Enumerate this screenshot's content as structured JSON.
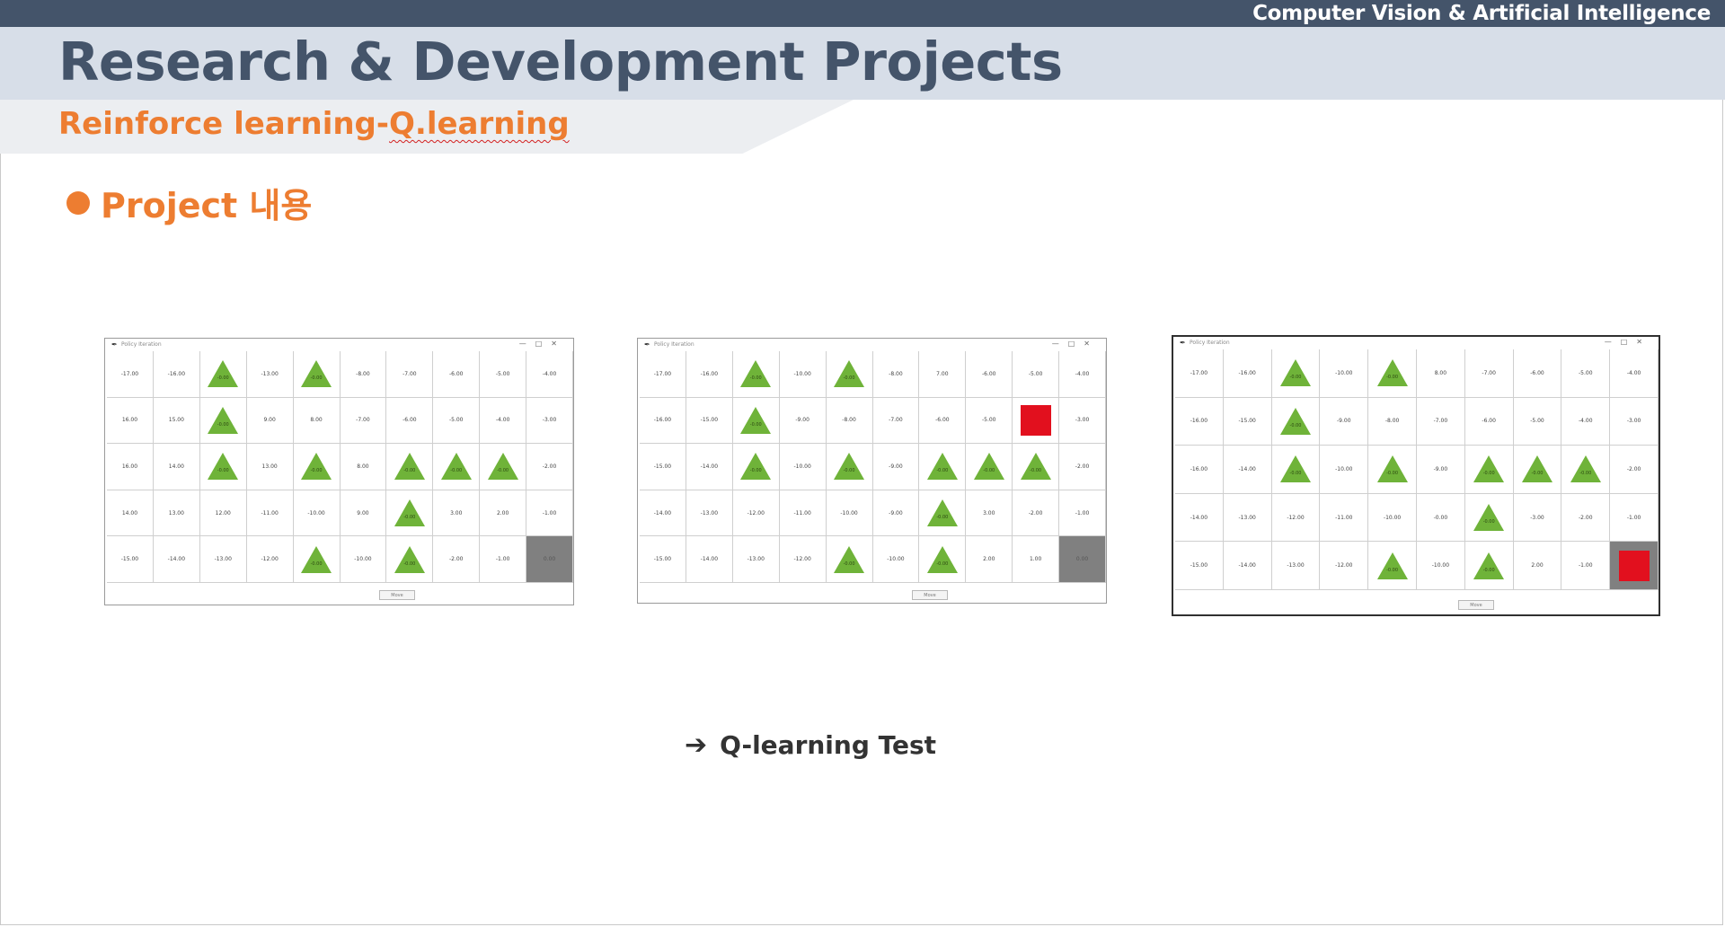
{
  "header": {
    "course": "Computer Vision & Artificial Intelligence"
  },
  "slide": {
    "title": "Research & Development Projects",
    "subtitle_main": "Reinforce learning-",
    "subtitle_squiggly": "Q.learning",
    "bullet": "Project 내용",
    "caption_arrow": "➔",
    "caption": "Q-learning Test"
  },
  "windows": [
    {
      "title": "Policy Iteration",
      "button": "Move",
      "cells": [
        [
          "-17.00",
          "-16.00",
          "",
          "-13.00",
          "",
          "-8.00",
          "-7.00",
          "-6.00",
          "-5.00",
          "-4.00"
        ],
        [
          "16.00",
          "15.00",
          "",
          "9.00",
          "8.00",
          "-7.00",
          "-6.00",
          "-5.00",
          "-4.00",
          "-3.00"
        ],
        [
          "16.00",
          "14.00",
          "",
          "13.00",
          "",
          "8.00",
          "",
          "",
          "",
          "-2.00"
        ],
        [
          "14.00",
          "13.00",
          "12.00",
          "-11.00",
          "-10.00",
          "9.00",
          "",
          "3.00",
          "2.00",
          "-1.00"
        ],
        [
          "-15.00",
          "-14.00",
          "-13.00",
          "-12.00",
          "",
          "-10.00",
          "",
          "-2.00",
          "-1.00",
          "0.00"
        ]
      ],
      "triangles": [
        [
          0,
          2,
          "-0.00"
        ],
        [
          0,
          4,
          "-0.00"
        ],
        [
          1,
          2,
          "-0.00"
        ],
        [
          2,
          2,
          "-0.00"
        ],
        [
          2,
          4,
          "-0.00"
        ],
        [
          2,
          6,
          "-0.00"
        ],
        [
          2,
          7,
          "-0.00"
        ],
        [
          2,
          8,
          "-0.00"
        ],
        [
          3,
          6,
          "-0.00"
        ],
        [
          4,
          4,
          "-0.00"
        ],
        [
          4,
          6,
          "-0.00"
        ]
      ],
      "agent": null,
      "goal": [
        4,
        9
      ]
    },
    {
      "title": "Policy Iteration",
      "button": "Move",
      "cells": [
        [
          "-17.00",
          "-16.00",
          "",
          "-10.00",
          "",
          "-8.00",
          "7.00",
          "-6.00",
          "-5.00",
          "-4.00"
        ],
        [
          "-16.00",
          "-15.00",
          "",
          "-9.00",
          "-8.00",
          "-7.00",
          "-6.00",
          "-5.00",
          "",
          "-3.00"
        ],
        [
          "-15.00",
          "-14.00",
          "",
          "-10.00",
          "",
          "-9.00",
          "",
          "",
          "",
          "-2.00"
        ],
        [
          "-14.00",
          "-13.00",
          "-12.00",
          "-11.00",
          "-10.00",
          "-9.00",
          "",
          "3.00",
          "-2.00",
          "-1.00"
        ],
        [
          "-15.00",
          "-14.00",
          "-13.00",
          "-12.00",
          "",
          "-10.00",
          "",
          "2.00",
          "1.00",
          "0.00"
        ]
      ],
      "triangles": [
        [
          0,
          2,
          "-0.00"
        ],
        [
          0,
          4,
          "-0.00"
        ],
        [
          1,
          2,
          "-0.00"
        ],
        [
          2,
          2,
          "-0.00"
        ],
        [
          2,
          4,
          "-0.00"
        ],
        [
          2,
          6,
          "-0.00"
        ],
        [
          2,
          7,
          "-0.00"
        ],
        [
          2,
          8,
          "-0.00"
        ],
        [
          3,
          6,
          "-0.00"
        ],
        [
          4,
          4,
          "-0.00"
        ],
        [
          4,
          6,
          "-0.00"
        ]
      ],
      "agent": [
        1,
        8
      ],
      "goal": [
        4,
        9
      ]
    },
    {
      "title": "Policy Iteration",
      "button": "Move",
      "cells": [
        [
          "-17.00",
          "-16.00",
          "",
          "-10.00",
          "",
          "8.00",
          "-7.00",
          "-6.00",
          "-5.00",
          "-4.00"
        ],
        [
          "-16.00",
          "-15.00",
          "",
          "-9.00",
          "-8.00",
          "-7.00",
          "-6.00",
          "-5.00",
          "-4.00",
          "-3.00"
        ],
        [
          "-16.00",
          "-14.00",
          "",
          "-10.00",
          "",
          "-9.00",
          "",
          "",
          "",
          "-2.00"
        ],
        [
          "-14.00",
          "-13.00",
          "-12.00",
          "-11.00",
          "-10.00",
          "-0.00",
          "",
          "-3.00",
          "-2.00",
          "-1.00"
        ],
        [
          "-15.00",
          "-14.00",
          "-13.00",
          "-12.00",
          "",
          "-10.00",
          "",
          "2.00",
          "-1.00",
          ""
        ]
      ],
      "triangles": [
        [
          0,
          2,
          "-0.00"
        ],
        [
          0,
          4,
          "-0.00"
        ],
        [
          1,
          2,
          "-0.00"
        ],
        [
          2,
          2,
          "-0.00"
        ],
        [
          2,
          4,
          "-0.00"
        ],
        [
          2,
          6,
          "-0.00"
        ],
        [
          2,
          7,
          "-0.00"
        ],
        [
          2,
          8,
          "-0.00"
        ],
        [
          3,
          6,
          "-0.00"
        ],
        [
          4,
          4,
          "-0.00"
        ],
        [
          4,
          6,
          "-0.00"
        ]
      ],
      "agent": [
        4,
        9
      ],
      "goal": [
        4,
        9
      ]
    }
  ]
}
